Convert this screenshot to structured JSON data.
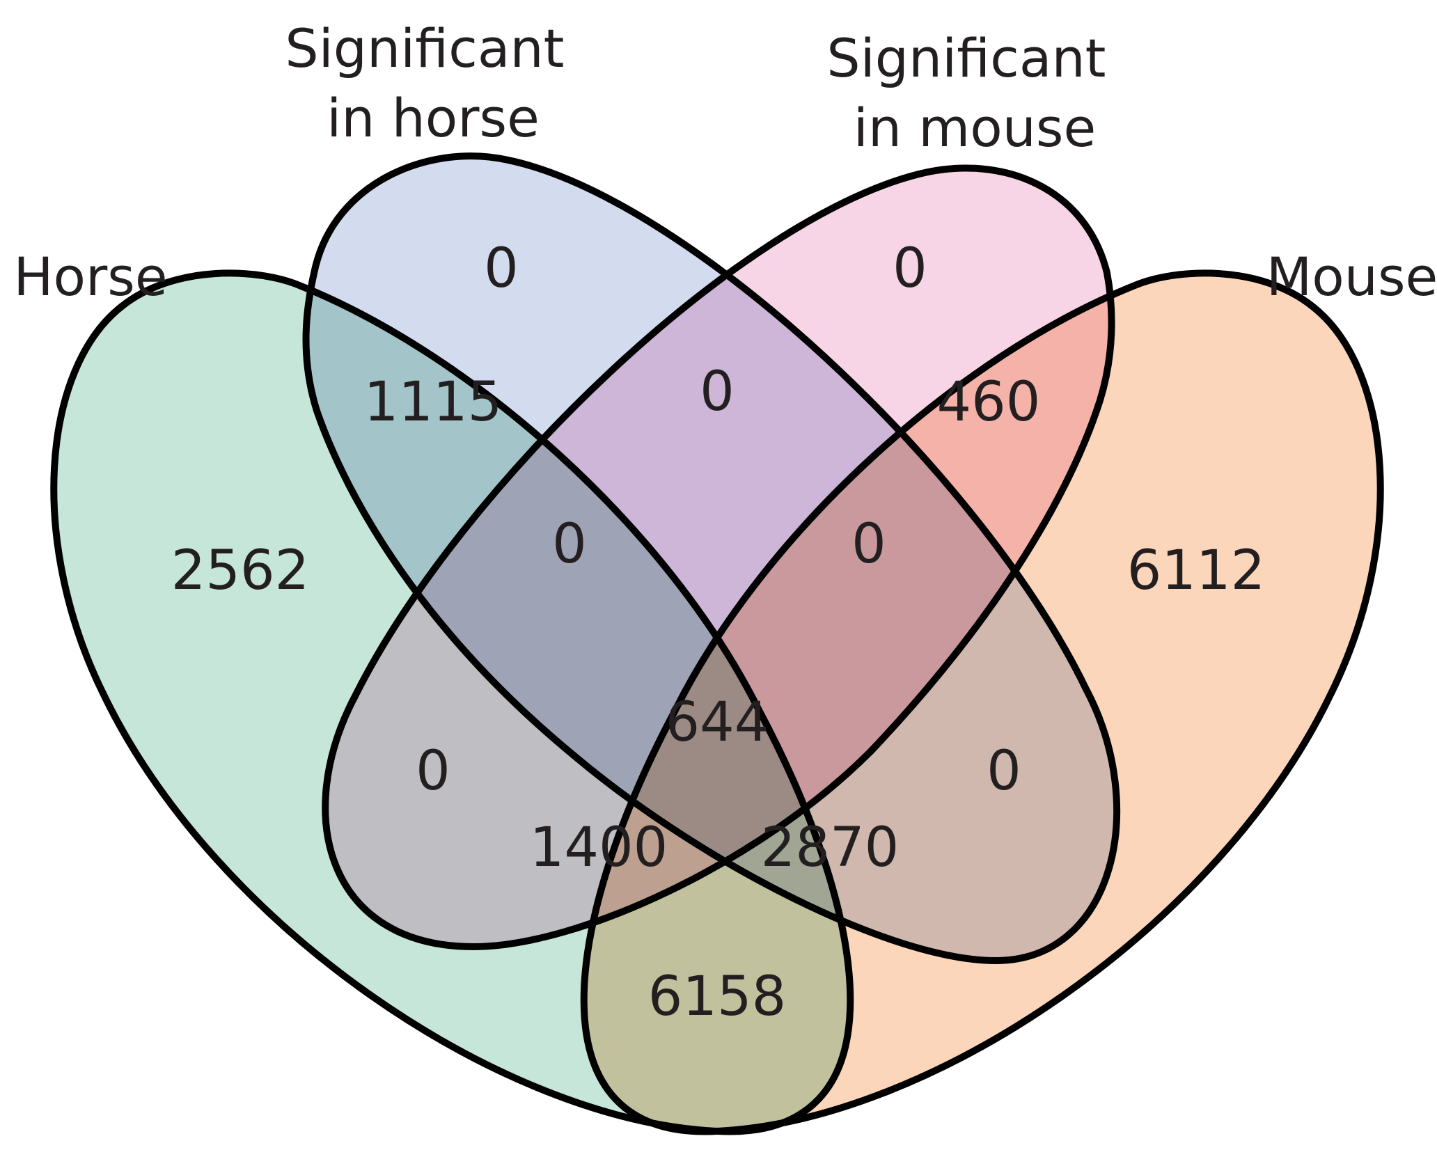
{
  "sets": [
    {
      "id": "horse",
      "label": "Horse",
      "label_lines": [
        "Horse"
      ],
      "color": "#c5e6d8"
    },
    {
      "id": "sig_horse",
      "label": "Significant in horse",
      "label_lines": [
        "Significant",
        "in horse"
      ],
      "color": "#d3dbee"
    },
    {
      "id": "sig_mouse",
      "label": "Significant in mouse",
      "label_lines": [
        "Significant",
        "in mouse"
      ],
      "color": "#f8d4e7"
    },
    {
      "id": "mouse",
      "label": "Mouse",
      "label_lines": [
        "Mouse"
      ],
      "color": "#fcd6bb"
    }
  ],
  "regions": [
    {
      "sets": [
        "sig_horse"
      ],
      "count": "0"
    },
    {
      "sets": [
        "sig_mouse"
      ],
      "count": "0"
    },
    {
      "sets": [
        "horse",
        "sig_horse"
      ],
      "count": "1115"
    },
    {
      "sets": [
        "sig_horse",
        "sig_mouse"
      ],
      "count": "0"
    },
    {
      "sets": [
        "sig_mouse",
        "mouse"
      ],
      "count": "460"
    },
    {
      "sets": [
        "horse"
      ],
      "count": "2562"
    },
    {
      "sets": [
        "horse",
        "sig_horse",
        "sig_mouse"
      ],
      "count": "0"
    },
    {
      "sets": [
        "sig_horse",
        "sig_mouse",
        "mouse"
      ],
      "count": "0"
    },
    {
      "sets": [
        "mouse"
      ],
      "count": "6112"
    },
    {
      "sets": [
        "horse",
        "sig_horse",
        "sig_mouse",
        "mouse"
      ],
      "count": "644"
    },
    {
      "sets": [
        "horse",
        "sig_mouse"
      ],
      "count": "0"
    },
    {
      "sets": [
        "sig_horse",
        "mouse"
      ],
      "count": "0"
    },
    {
      "sets": [
        "horse",
        "sig_mouse",
        "mouse"
      ],
      "count": "1400"
    },
    {
      "sets": [
        "horse",
        "sig_horse",
        "mouse"
      ],
      "count": "2870"
    },
    {
      "sets": [
        "horse",
        "mouse"
      ],
      "count": "6158"
    }
  ]
}
